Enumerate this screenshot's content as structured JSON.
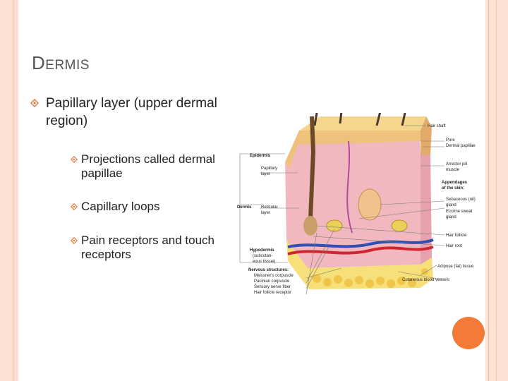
{
  "slide": {
    "title_first": "D",
    "title_rest": "ERMIS",
    "bullets": [
      {
        "text": "Papillary layer (upper dermal region)"
      }
    ],
    "sub_bullets": [
      {
        "text": "Projections called dermal papillae"
      },
      {
        "text": "Capillary loops"
      },
      {
        "text": "Pain receptors and touch receptors"
      }
    ]
  },
  "diagram": {
    "left_labels": {
      "epidermis": "Epidermis",
      "papillary_layer_1": "Papillary",
      "papillary_layer_2": "layer",
      "dermis": "Dermis",
      "reticular_layer_1": "Reticular",
      "reticular_layer_2": "layer",
      "hypodermis": "Hypodermis",
      "hypodermis_sub_1": "(subcutan-",
      "hypodermis_sub_2": "eous tissue)",
      "nervous_structures": "Nervous structures:",
      "meissners": "Meissner's corpuscle",
      "pacinian": "Pacinian corpuscle",
      "sensory_nerve": "Sensory nerve fiber",
      "hair_follicle_receptor": "Hair follicle receptor"
    },
    "right_labels": {
      "hair_shaft": "Hair shaft",
      "pore": "Pore",
      "dermal_papillae": "Dermal papillae",
      "arrector_1": "Arrector pili",
      "arrector_2": "muscle",
      "appendages_1": "Appendages",
      "appendages_2": "of the skin:",
      "sebaceous_1": "Sebaceous (oil)",
      "sebaceous_2": "gland",
      "eccrine_1": "Eccrine sweat",
      "eccrine_2": "gland",
      "hair_follicle": "Hair follicle",
      "hair_root": "Hair root",
      "adipose": "Adipose (fat) tissue",
      "cutaneous": "Cutaneous blood vessels"
    }
  },
  "colors": {
    "frame": "#fbe0d3",
    "frame_line": "#f0b89c",
    "accent_orange": "#f47a38",
    "bullet": "#d9783e",
    "title": "#555555"
  }
}
